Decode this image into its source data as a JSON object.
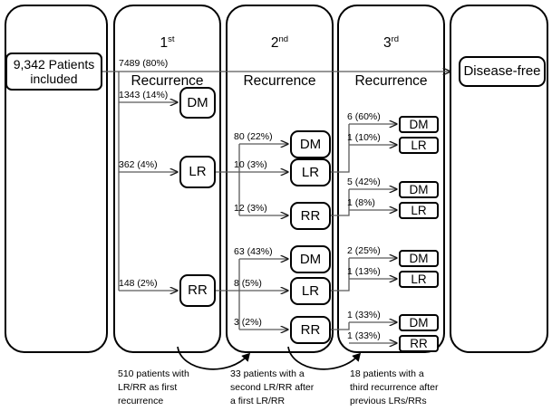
{
  "figure": {
    "title": "Recurrence flow diagram",
    "stroke_color": "#000000",
    "wire_color": "#595959",
    "background": "#ffffff"
  },
  "columns": [
    {
      "id": "cohort",
      "title": ""
    },
    {
      "id": "recurrence1",
      "title": "1st\nRecurrence",
      "ordinal": "1",
      "suffix": "st",
      "word": "Recurrence"
    },
    {
      "id": "recurrence2",
      "title": "2nd\nRecurrence",
      "ordinal": "2",
      "suffix": "nd",
      "word": "Recurrence"
    },
    {
      "id": "recurrence3",
      "title": "3rd\nRecurrence",
      "ordinal": "3",
      "suffix": "rd",
      "word": "Recurrence"
    },
    {
      "id": "outcome",
      "title": ""
    }
  ],
  "nodes": {
    "start": "9,342 Patients\nincluded",
    "disease_free": "Disease-free",
    "r1": {
      "dm": "DM",
      "lr": "LR",
      "rr": "RR"
    },
    "r2_from_lr": {
      "dm": "DM",
      "lr": "LR",
      "rr": "RR"
    },
    "r2_from_rr": {
      "dm": "DM",
      "lr": "LR",
      "rr": "RR"
    },
    "r3_from_r2lr": {
      "dm": "DM",
      "lr": "LR"
    },
    "r3_from_r2rr": {
      "dm": "DM",
      "lr": "LR"
    },
    "r3_from_r2lr_b": {
      "dm": "DM",
      "lr": "LR"
    },
    "r3_from_r2rr_b": {
      "dm": "DM",
      "rr": "RR"
    }
  },
  "edges": {
    "to_disease_free": "7489 (80%)",
    "to_r1_dm": "1343 (14%)",
    "to_r1_lr": "362 (4%)",
    "to_r1_rr": "148 (2%)",
    "lr_to_dm": "80 (22%)",
    "lr_to_lr": "10 (3%)",
    "lr_to_rr": "12 (3%)",
    "rr_to_dm": "63 (43%)",
    "rr_to_lr": "8 (5%)",
    "rr_to_rr": "3 (2%)",
    "r2lr_to_dm": "6 (60%)",
    "r2lr_to_lr": "1 (10%)",
    "r2rr_to_dm": "5 (42%)",
    "r2rr_to_lr": "1 (8%)",
    "r2lr_b_to_dm": "2 (25%)",
    "r2lr_b_to_lr": "1 (13%)",
    "r2rr_b_to_dm": "1 (33%)",
    "r2rr_b_to_rr": "1 (33%)"
  },
  "footnotes": [
    "510 patients with\nLR/RR as first\nrecurrence",
    "33 patients with a\nsecond LR/RR after\na first LR/RR",
    "18 patients with a\nthird recurrence after\nprevious LRs/RRs"
  ],
  "chart_data": {
    "type": "diagram",
    "title": "Patient recurrence flow",
    "total_patients": 9342,
    "levels": [
      {
        "name": "1st Recurrence",
        "flows": [
          {
            "from": "9,342 Patients included",
            "to": "Disease-free",
            "count": 7489,
            "percent": 80
          },
          {
            "from": "9,342 Patients included",
            "to": "DM",
            "count": 1343,
            "percent": 14
          },
          {
            "from": "9,342 Patients included",
            "to": "LR",
            "count": 362,
            "percent": 4
          },
          {
            "from": "9,342 Patients included",
            "to": "RR",
            "count": 148,
            "percent": 2
          }
        ]
      },
      {
        "name": "2nd Recurrence",
        "flows": [
          {
            "from": "LR",
            "to": "DM",
            "count": 80,
            "percent": 22
          },
          {
            "from": "LR",
            "to": "LR",
            "count": 10,
            "percent": 3
          },
          {
            "from": "LR",
            "to": "RR",
            "count": 12,
            "percent": 3
          },
          {
            "from": "RR",
            "to": "DM",
            "count": 63,
            "percent": 43
          },
          {
            "from": "RR",
            "to": "LR",
            "count": 8,
            "percent": 5
          },
          {
            "from": "RR",
            "to": "RR",
            "count": 3,
            "percent": 2
          }
        ]
      },
      {
        "name": "3rd Recurrence",
        "flows": [
          {
            "from": "LR (2nd, from LR)",
            "to": "DM",
            "count": 6,
            "percent": 60
          },
          {
            "from": "LR (2nd, from LR)",
            "to": "LR",
            "count": 1,
            "percent": 10
          },
          {
            "from": "RR (2nd, from LR)",
            "to": "DM",
            "count": 5,
            "percent": 42
          },
          {
            "from": "RR (2nd, from LR)",
            "to": "LR",
            "count": 1,
            "percent": 8
          },
          {
            "from": "LR (2nd, from RR)",
            "to": "DM",
            "count": 2,
            "percent": 25
          },
          {
            "from": "LR (2nd, from RR)",
            "to": "LR",
            "count": 1,
            "percent": 13
          },
          {
            "from": "RR (2nd, from RR)",
            "to": "DM",
            "count": 1,
            "percent": 33
          },
          {
            "from": "RR (2nd, from RR)",
            "to": "RR",
            "count": 1,
            "percent": 33
          }
        ]
      }
    ]
  }
}
